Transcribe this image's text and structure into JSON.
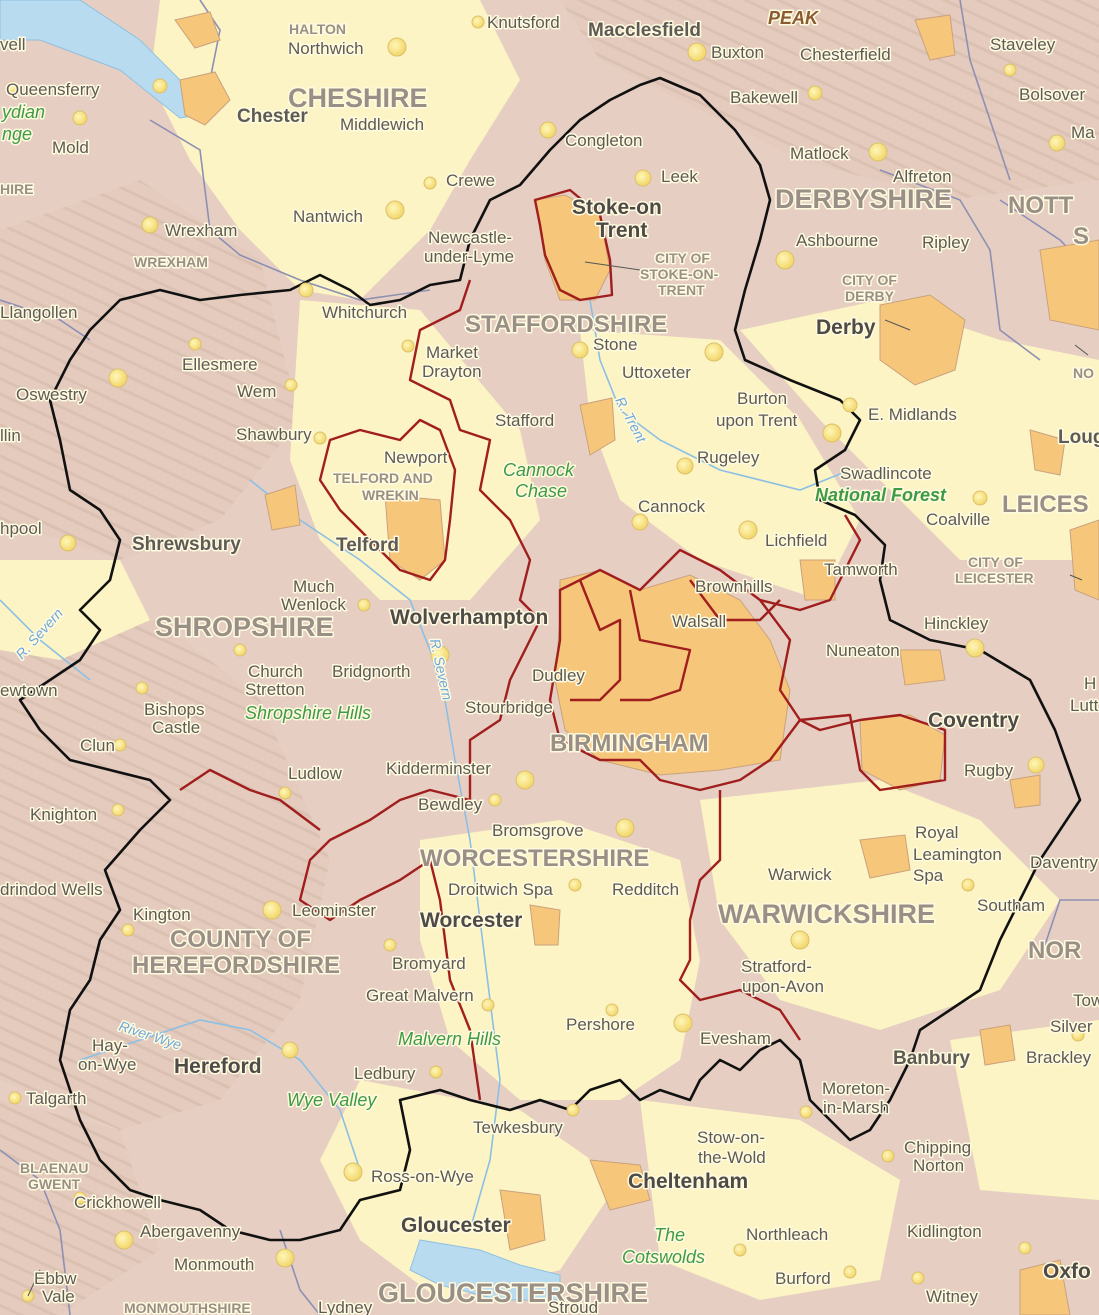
{
  "map": {
    "counties": {
      "cheshire": "CHESHIRE",
      "derbyshire": "DERBYSHIRE",
      "staffordshire": "STAFFORDSHIRE",
      "shropshire": "SHROPSHIRE",
      "worcestershire": "WORCESTERSHIRE",
      "warwickshire": "WARWICKSHIRE",
      "herefordshire_1": "COUNTY OF",
      "herefordshire_2": "HEREFORDSHIRE",
      "gloucestershire": "GLOUCESTERSHIRE",
      "birmingham": "BIRMINGHAM",
      "notts_partial": "NOTT",
      "notts_partial_2": "S",
      "leics_partial": "LEICES",
      "northants_partial": "NOR",
      "monmouthshire": "MONMOUTHSHIRE",
      "halton": "HALTON",
      "wrexham_ua": "WREXHAM",
      "hire_partial": "HIRE",
      "telford_wrekin_1": "TELFORD AND",
      "telford_wrekin_2": "WREKIN",
      "city_stoke_1": "CITY OF",
      "city_stoke_2": "STOKE-ON-",
      "city_stoke_3": "TRENT",
      "city_derby_1": "CITY OF",
      "city_derby_2": "DERBY",
      "city_leicester_1": "CITY OF",
      "city_leicester_2": "LEICESTER",
      "blaenau_1": "BLAENAU",
      "blaenau_2": "GWENT",
      "notts_ua": "NO",
      "peak": "PEAK"
    },
    "areas": {
      "cannock_chase_1": "Cannock",
      "cannock_chase_2": "Chase",
      "national_forest": "National Forest",
      "shropshire_hills": "Shropshire Hills",
      "malvern_hills": "Malvern Hills",
      "wye_valley": "Wye Valley",
      "cotswolds_1": "The",
      "cotswolds_2": "Cotswolds",
      "clwydian_1": "ydian",
      "clwydian_2": "nge"
    },
    "rivers": {
      "trent": "R. Trent",
      "severn": "R. Severn",
      "severn_west": "R. Severn",
      "wye": "River Wye"
    },
    "places": {
      "knutsford": "Knutsford",
      "macclesfield": "Macclesfield",
      "buxton": "Buxton",
      "chesterfield": "Chesterfield",
      "staveley": "Staveley",
      "bolsover": "Bolsover",
      "northwich": "Northwich",
      "queensferry": "Queensferry",
      "chester": "Chester",
      "middlewich": "Middlewich",
      "bakewell": "Bakewell",
      "mold": "Mold",
      "congleton": "Congleton",
      "matlock": "Matlock",
      "ma_partial": "Ma",
      "crewe": "Crewe",
      "leek": "Leek",
      "alfreton": "Alfreton",
      "wrexham": "Wrexham",
      "nantwich": "Nantwich",
      "stoke_1": "Stoke-on",
      "stoke_2": "Trent",
      "newcastle_1": "Newcastle-",
      "newcastle_2": "under-Lyme",
      "ashbourne": "Ashbourne",
      "ripley": "Ripley",
      "llangollen": "Llangollen",
      "whitchurch": "Whitchurch",
      "derby": "Derby",
      "ellesmere": "Ellesmere",
      "market_drayton_1": "Market",
      "market_drayton_2": "Drayton",
      "stone": "Stone",
      "uttoxeter": "Uttoxeter",
      "oswestry": "Oswestry",
      "wem": "Wem",
      "burton_1": "Burton",
      "burton_2": "upon Trent",
      "e_midlands": "E. Midlands",
      "stafford": "Stafford",
      "shawbury": "Shawbury",
      "welshpool_partial": "llin",
      "lough_partial": "Loug",
      "newport": "Newport",
      "rugeley": "Rugeley",
      "swadlincote": "Swadlincote",
      "cannock": "Cannock",
      "coalville": "Coalville",
      "welsh_pool": "hpool",
      "shrewsbury": "Shrewsbury",
      "telford": "Telford",
      "lichfield": "Lichfield",
      "tamworth": "Tamworth",
      "brownhills": "Brownhills",
      "much_wenlock_1": "Much",
      "much_wenlock_2": "Wenlock",
      "wolverhampton": "Wolverhampton",
      "walsall": "Walsall",
      "hinckley": "Hinckley",
      "nuneaton": "Nuneaton",
      "church_stretton_1": "Church",
      "church_stretton_2": "Stretton",
      "bridgnorth": "Bridgnorth",
      "dudley": "Dudley",
      "newtown": "ewtown",
      "h_partial": "H",
      "lutt_partial": "Lutt",
      "bishops_castle_1": "Bishops",
      "bishops_castle_2": "Castle",
      "stourbridge": "Stourbridge",
      "coventry": "Coventry",
      "clun": "Clun",
      "ludlow": "Ludlow",
      "kidderminster": "Kidderminster",
      "rugby": "Rugby",
      "bewdley": "Bewdley",
      "knighton": "Knighton",
      "bromsgrove": "Bromsgrove",
      "royal_leamington_1": "Royal",
      "royal_leamington_2": "Leamington",
      "royal_leamington_3": "Spa",
      "daventry": "Daventry",
      "llandrindod": "drindod Wells",
      "warwick": "Warwick",
      "droitwich": "Droitwich Spa",
      "redditch": "Redditch",
      "kington": "Kington",
      "leominster": "Leominster",
      "worcester": "Worcester",
      "southam": "Southam",
      "bromyard": "Bromyard",
      "stratford_1": "Stratford-",
      "stratford_2": "upon-Avon",
      "great_malvern": "Great Malvern",
      "towcester_partial": "Tow",
      "silverstone_partial": "Silver",
      "hay_1": "Hay-",
      "hay_2": "on-Wye",
      "hereford": "Hereford",
      "pershore": "Pershore",
      "evesham": "Evesham",
      "banbury": "Banbury",
      "brackley": "Brackley",
      "ledbury": "Ledbury",
      "talgarth": "Talgarth",
      "moreton_1": "Moreton-",
      "moreton_2": "in-Marsh",
      "tewkesbury": "Tewkesbury",
      "stow_1": "Stow-on-",
      "stow_2": "the-Wold",
      "chipping_norton_1": "Chipping",
      "chipping_norton_2": "Norton",
      "ross": "Ross-on-Wye",
      "cheltenham": "Cheltenham",
      "crickhowell": "Crickhowell",
      "abergavenny": "Abergavenny",
      "gloucester": "Gloucester",
      "northleach": "Northleach",
      "kidlington": "Kidlington",
      "monmouth": "Monmouth",
      "ebbw_1": "Ebbw",
      "ebbw_2": "Vale",
      "burford": "Burford",
      "witney": "Witney",
      "oxford_partial": "Oxfo",
      "lydney": "Lydney",
      "stroud": "Stroud",
      "vell_partial": "vell"
    }
  },
  "colors": {
    "background": "#f6ecc8",
    "lowland": "#fdf6c6",
    "upland": "#e7cfc2",
    "urban": "#f6c67a",
    "urban_edge": "#c9a27e",
    "west_midlands_boundary": "#111111",
    "met_county_boundary": "#a01e1e",
    "county_boundary": "#8d8fb3",
    "water": "#b9dbf0",
    "settlement_dot": "#fae68a"
  }
}
